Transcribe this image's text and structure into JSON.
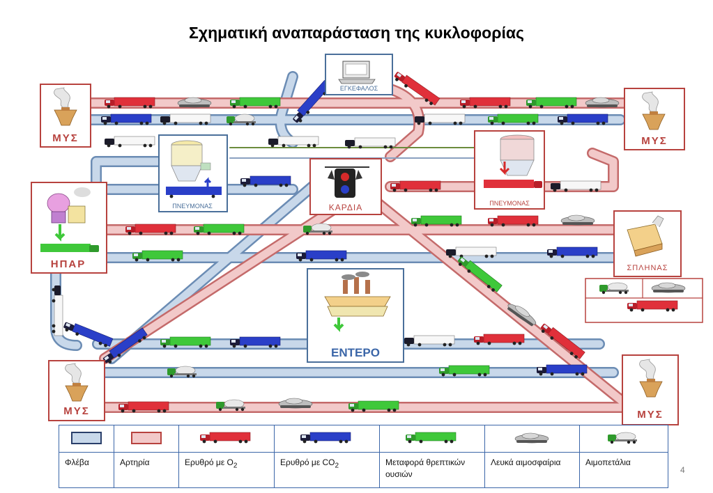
{
  "title": "Σχηματική αναπαράσταση της κυκλοφορίας",
  "nodes": {
    "brain": "ΕΓΚΕΦΑΛΟΣ",
    "heart": "ΚΑΡΔΙΑ",
    "lung_left": "ΠΝΕΥΜΟΝΑΣ",
    "lung_right": "ΠΝΕΥΜΟΝΑΣ",
    "liver": "ΗΠΑΡ",
    "spleen": "ΣΠΛΗΝΑΣ",
    "intestine": "ΕΝΤΕΡΟ",
    "muscle_tl": "ΜΥΣ",
    "muscle_tr": "ΜΥΣ",
    "muscle_bl": "ΜΥΣ",
    "muscle_br": "ΜΥΣ"
  },
  "legend": {
    "vein": "Φλέβα",
    "artery": "Αρτηρία",
    "red_o2": "Ερυθρό  με Ο",
    "red_o2_sub": "2",
    "red_co2": "Ερυθρό με CO",
    "red_co2_sub": "2",
    "nutrients": "Μεταφορά θρεπτικών ουσιών",
    "wbc": "Λευκά αιμοσφαίρια",
    "platelets": "Αιμοπετάλια"
  },
  "page_number": "4",
  "colors": {
    "vein_fill": "#c8d8ea",
    "vein_border": "#6b8cb4",
    "artery_fill": "#f2c9c9",
    "artery_border": "#c46a6a",
    "truck_red": "#e0303a",
    "truck_blue": "#2a3fc8",
    "truck_green": "#3fc83a",
    "box_border": "#b7423e"
  },
  "icons": [
    "muscle-icon",
    "brain-computer-icon",
    "heart-traffic-light-icon",
    "lung-silo-icon",
    "liver-factory-icon",
    "spleen-icon",
    "intestine-factory-icon",
    "red-truck-icon",
    "blue-truck-icon",
    "green-truck-icon",
    "white-blood-cell-tank-icon",
    "platelet-cement-mixer-icon"
  ]
}
